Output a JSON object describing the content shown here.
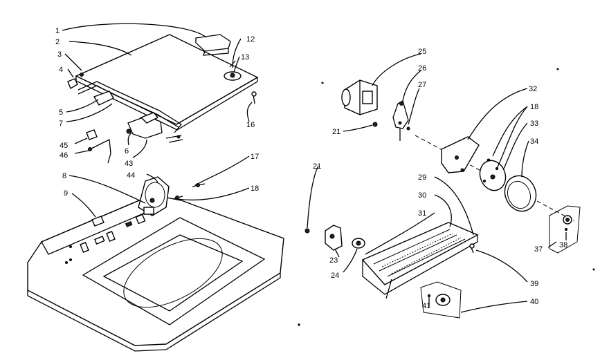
{
  "diagram": {
    "callouts": [
      {
        "id": "c1",
        "text": "1"
      },
      {
        "id": "c2",
        "text": "2"
      },
      {
        "id": "c3",
        "text": "3"
      },
      {
        "id": "c4",
        "text": "4"
      },
      {
        "id": "c5",
        "text": "5"
      },
      {
        "id": "c7",
        "text": "7"
      },
      {
        "id": "c45",
        "text": "45"
      },
      {
        "id": "c46",
        "text": "46"
      },
      {
        "id": "c6a",
        "text": "6"
      },
      {
        "id": "c43",
        "text": "43"
      },
      {
        "id": "c44",
        "text": "44"
      },
      {
        "id": "c8",
        "text": "8"
      },
      {
        "id": "c9",
        "text": "9"
      },
      {
        "id": "c12",
        "text": "12"
      },
      {
        "id": "c13",
        "text": "13"
      },
      {
        "id": "c16",
        "text": "16"
      },
      {
        "id": "c17",
        "text": "17"
      },
      {
        "id": "c18a",
        "text": "18"
      },
      {
        "id": "c25",
        "text": "25"
      },
      {
        "id": "c26",
        "text": "26"
      },
      {
        "id": "c27",
        "text": "27"
      },
      {
        "id": "c21a",
        "text": "21"
      },
      {
        "id": "c32",
        "text": "32"
      },
      {
        "id": "c18b",
        "text": "18"
      },
      {
        "id": "c33",
        "text": "33"
      },
      {
        "id": "c34",
        "text": "34"
      },
      {
        "id": "c21b",
        "text": "21"
      },
      {
        "id": "c29",
        "text": "29"
      },
      {
        "id": "c30",
        "text": "30"
      },
      {
        "id": "c31",
        "text": "31"
      },
      {
        "id": "c23",
        "text": "23"
      },
      {
        "id": "c24",
        "text": "24"
      },
      {
        "id": "c37",
        "text": "37"
      },
      {
        "id": "c38",
        "text": "38"
      },
      {
        "id": "c39",
        "text": "39"
      },
      {
        "id": "c40",
        "text": "40"
      },
      {
        "id": "c41",
        "text": "41"
      }
    ]
  }
}
